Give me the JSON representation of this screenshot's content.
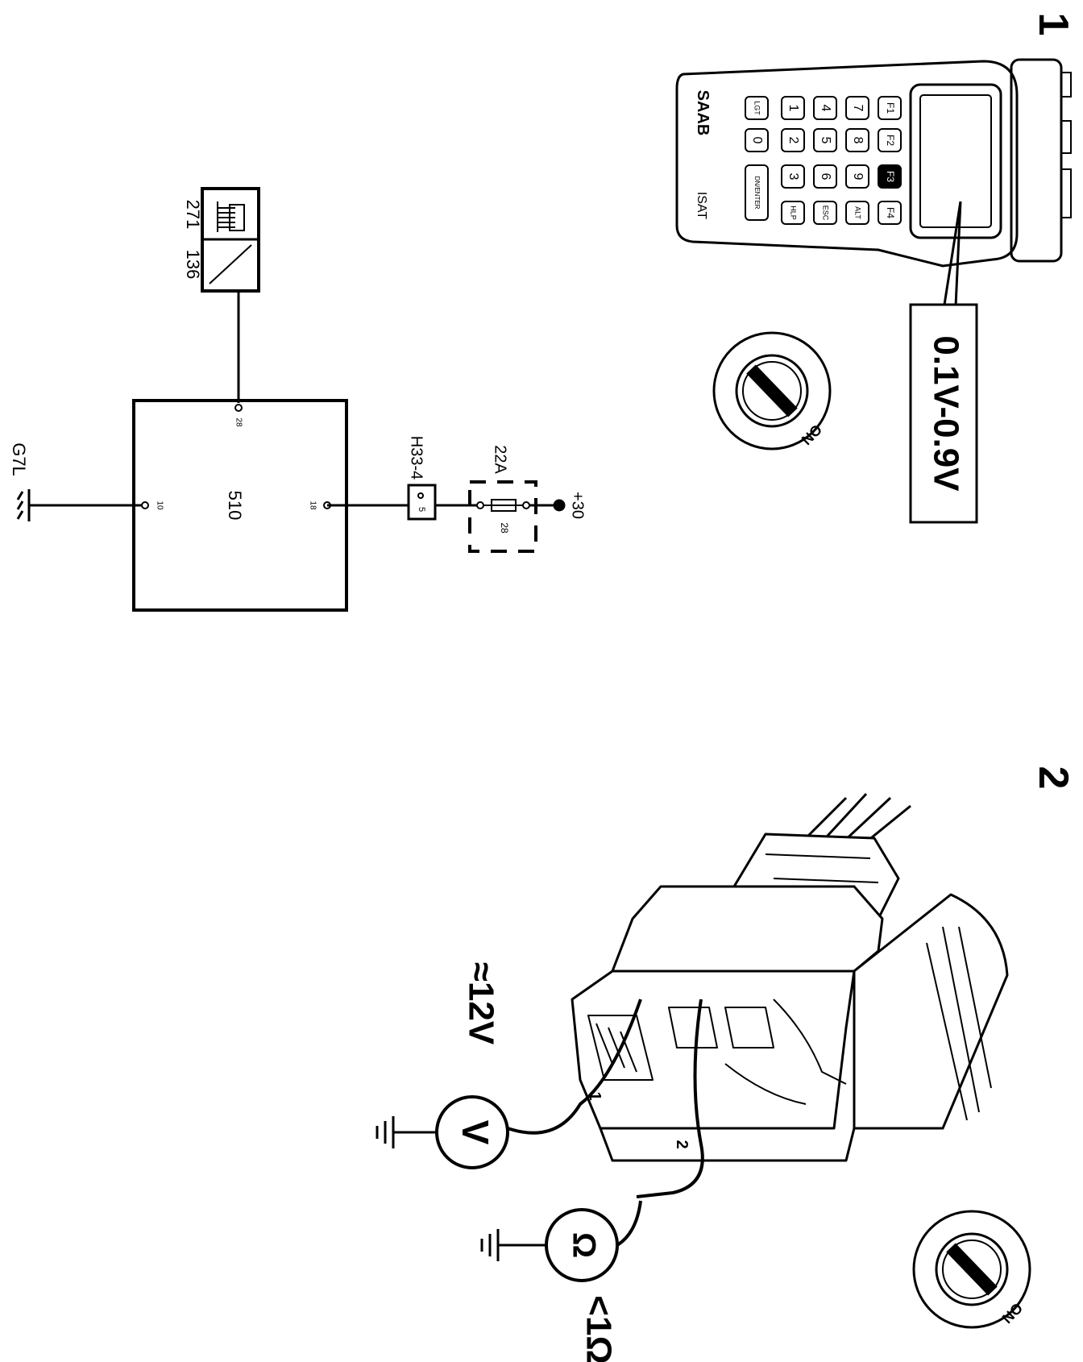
{
  "panel1": {
    "step_number": "1",
    "tester": {
      "brand": "SAAB",
      "model": "ISAT",
      "keys": [
        "F1",
        "F2",
        "F3",
        "F4",
        "7",
        "8",
        "9",
        "ALT",
        "4",
        "5",
        "6",
        "ESC",
        "1",
        "2",
        "3",
        "HLP",
        "LGT",
        "0",
        "DN/ENTER"
      ]
    },
    "reading": "0.1V-0.9V",
    "ignition_label": "ON"
  },
  "schematic": {
    "sensor_label_a": "271",
    "sensor_label_b": "136",
    "ecu_label": "510",
    "pin_sensor": "28",
    "pin_supply": "18",
    "pin_ground": "10",
    "connector_label": "H33-4",
    "connector_pin": "5",
    "fuse_label": "22A",
    "fuse_number": "28",
    "supply_label": "+30",
    "ground_label": "G7L"
  },
  "panel2": {
    "step_number": "2",
    "wire1_label": "1",
    "wire2_label": "2",
    "voltmeter_symbol": "V",
    "voltmeter_value": "≈12V",
    "ohmmeter_symbol": "Ω",
    "ohmmeter_value": "<1Ω",
    "ignition_label": "ON"
  }
}
